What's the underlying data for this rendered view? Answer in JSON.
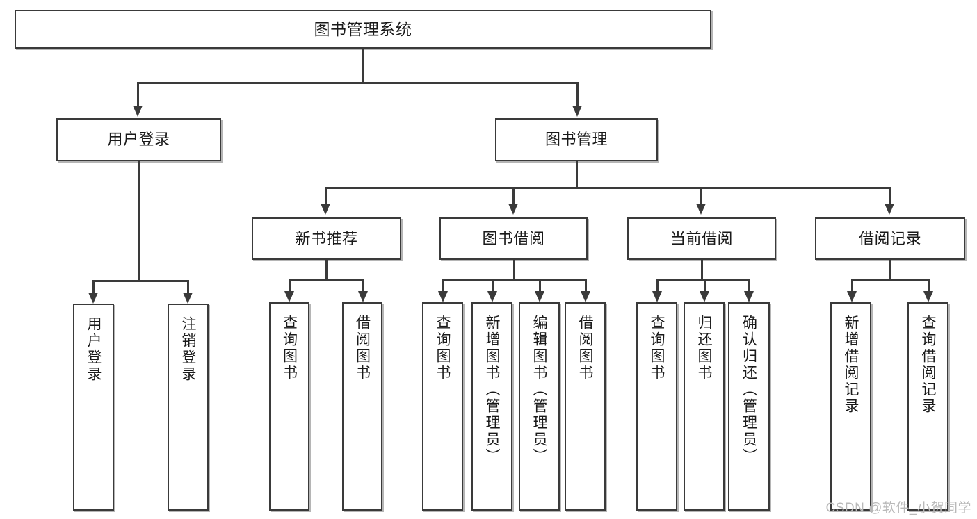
{
  "diagram": {
    "title": "图书管理系统",
    "watermark": "CSDN @软件_小贺同学",
    "colors": {
      "stroke": "#3a3a3a",
      "fill": "#ffffff",
      "text": "#1a1a1a",
      "watermark": "#b9b9b9"
    },
    "root": {
      "label": "图书管理系统"
    },
    "level1": [
      {
        "label": "用户登录"
      },
      {
        "label": "图书管理"
      }
    ],
    "level2": [
      {
        "label": "新书推荐"
      },
      {
        "label": "图书借阅"
      },
      {
        "label": "当前借阅"
      },
      {
        "label": "借阅记录"
      }
    ],
    "leaves": {
      "user_login": [
        {
          "label": "用户登录"
        },
        {
          "label": "注销登录"
        }
      ],
      "new_book_recommend": [
        {
          "label": "查询图书"
        },
        {
          "label": "借阅图书"
        }
      ],
      "book_borrow": [
        {
          "label": "查询图书"
        },
        {
          "label": "新增图书（管理员）"
        },
        {
          "label": "编辑图书（管理员）"
        },
        {
          "label": "借阅图书"
        }
      ],
      "current_borrow": [
        {
          "label": "查询图书"
        },
        {
          "label": "归还图书"
        },
        {
          "label": "确认归还（管理员）"
        }
      ],
      "borrow_record": [
        {
          "label": "新增借阅记录"
        },
        {
          "label": "查询借阅记录"
        }
      ]
    }
  }
}
